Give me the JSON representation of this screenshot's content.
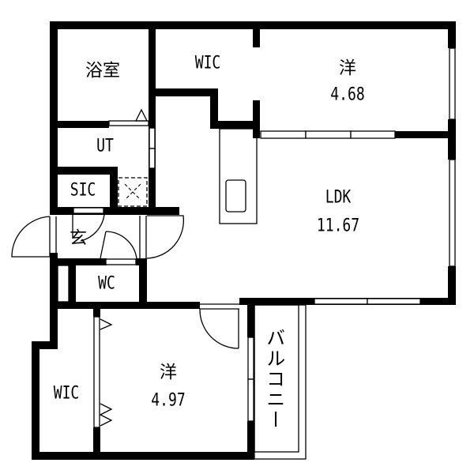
{
  "floor_plan": {
    "rooms": [
      {
        "id": "bath",
        "label": "浴室"
      },
      {
        "id": "wic_north",
        "label": "WIC"
      },
      {
        "id": "western_north",
        "label": "洋",
        "area": "4.68"
      },
      {
        "id": "ut",
        "label": "UT"
      },
      {
        "id": "sic",
        "label": "SIC"
      },
      {
        "id": "entrance",
        "label": "玄"
      },
      {
        "id": "ldk",
        "label": "LDK",
        "area": "11.67"
      },
      {
        "id": "wc",
        "label": "WC"
      },
      {
        "id": "wic_south",
        "label": "WIC"
      },
      {
        "id": "western_south",
        "label": "洋",
        "area": "4.97"
      },
      {
        "id": "balcony",
        "label": "バルコニー"
      }
    ],
    "colors": {
      "wall": "#000000",
      "background": "#ffffff"
    }
  }
}
